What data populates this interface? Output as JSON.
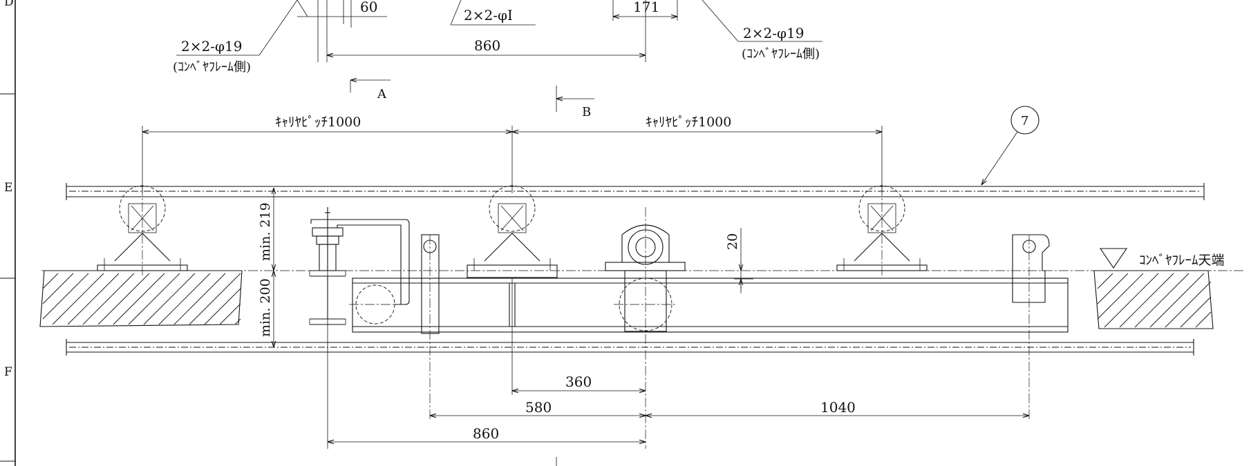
{
  "border": {
    "rows": [
      "D",
      "E",
      "F"
    ]
  },
  "top_view": {
    "dim_60": "60",
    "dim_171": "171",
    "dim_860": "860",
    "hole_center_label": "2×2-φI",
    "hole_left_label": "2×2-φ19",
    "hole_left_note": "(ｺﾝﾍﾞﾔﾌﾚｰﾑ側)",
    "hole_right_label": "2×2-φ19",
    "hole_right_note": "(ｺﾝﾍﾞﾔﾌﾚｰﾑ側)"
  },
  "section_marks": {
    "a": "A",
    "b": "B"
  },
  "pitch": {
    "left": "ｷｬﾘﾔﾋﾟｯﾁ1000",
    "right": "ｷｬﾘﾔﾋﾟｯﾁ1000"
  },
  "balloon": {
    "number": "7"
  },
  "frame_top": {
    "label": "ｺﾝﾍﾞﾔﾌﾚｰﾑ天端"
  },
  "vertical_dims": {
    "upper": "min. 219",
    "lower": "min. 200",
    "gap": "20"
  },
  "bottom_dims": {
    "d360": "360",
    "d580": "580",
    "d1040": "1040",
    "d860": "860"
  }
}
